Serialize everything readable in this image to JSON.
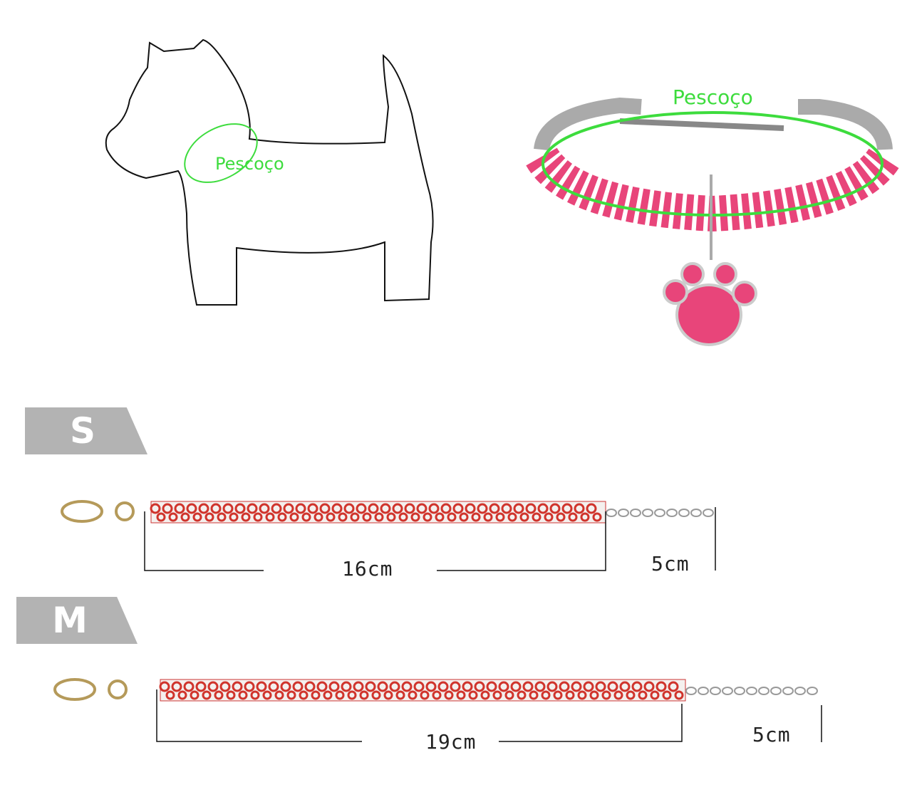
{
  "diagram": {
    "dog_illustration": {
      "neck_label": "Pescoço"
    },
    "collar_photo": {
      "neck_label": "Pescoço"
    },
    "sizes": [
      {
        "size": "S",
        "collar_length": "16cm",
        "chain_length": "5cm"
      },
      {
        "size": "M",
        "collar_length": "19cm",
        "chain_length": "5cm"
      }
    ],
    "colors": {
      "accent_green": "#3ddc3d",
      "badge_gray": "#b3b3b3",
      "rhinestone_pink": "#e8457a",
      "rhinestone_red": "#d0342c"
    }
  }
}
